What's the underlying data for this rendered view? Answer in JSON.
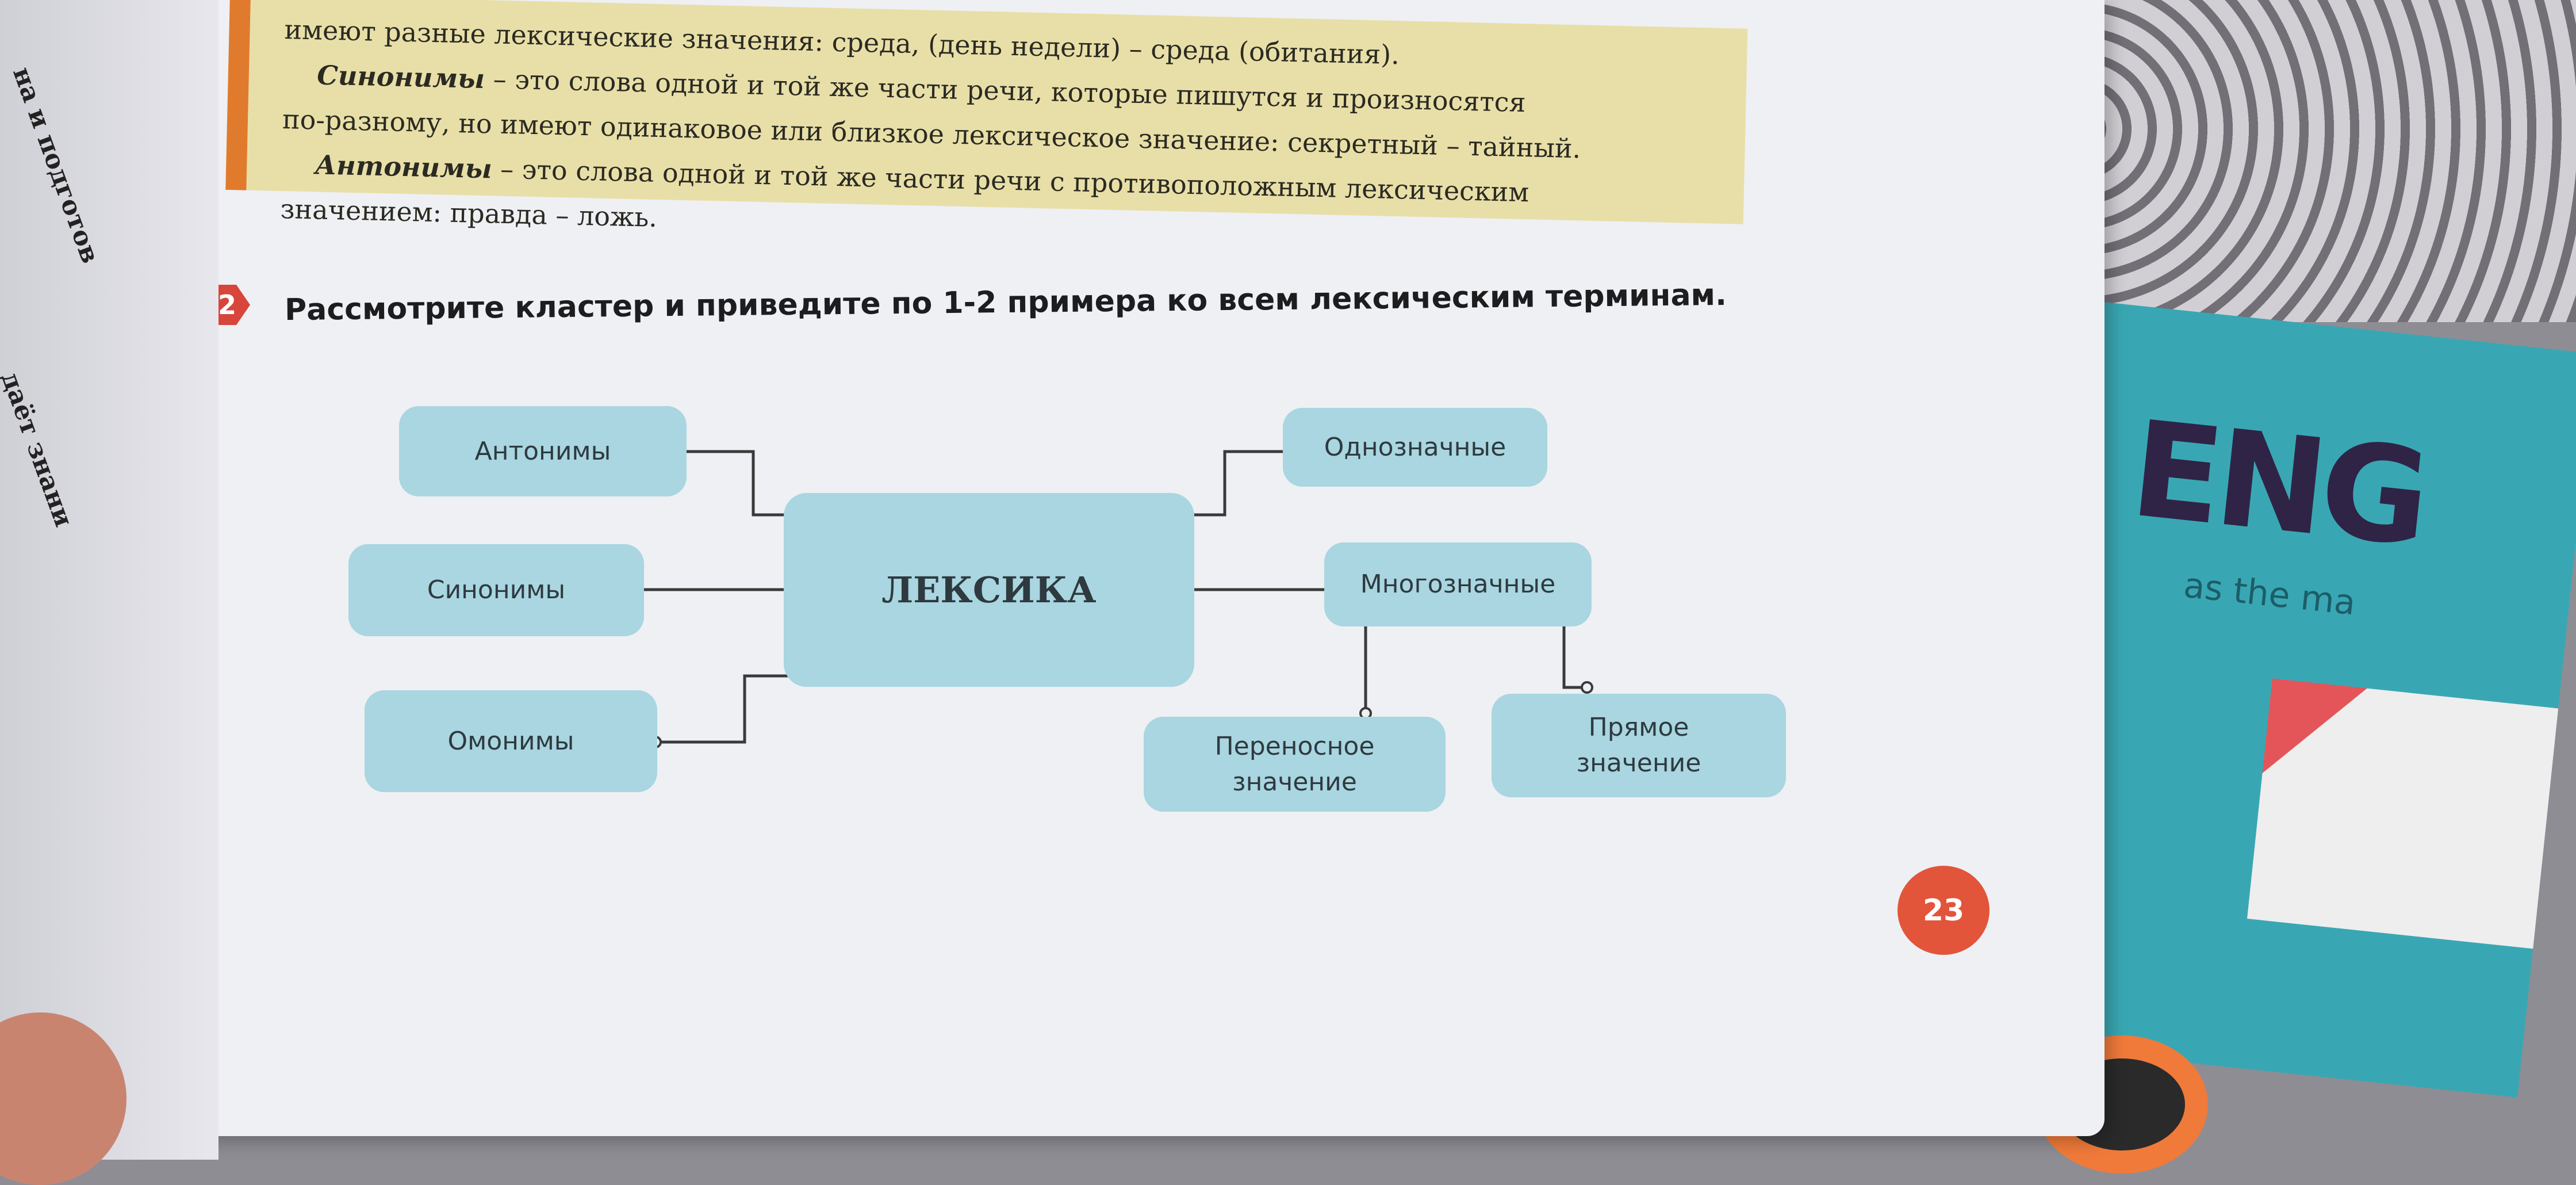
{
  "left_page": {
    "line1": "на и подготов",
    "line2": "даёт знани"
  },
  "definitions": {
    "line0": "имеют разные лексические значения: среда, (день недели) – среда (обитания).",
    "synonyms_term": "Синонимы",
    "synonyms_def1": " – это слова одной и той же части речи, которые пишутся и произносятся",
    "synonyms_def2": "по-разному, но имеют одинаковое или близкое лексическое значение: секретный – тайный.",
    "antonyms_term": "Антонимы",
    "antonyms_def1": " – это слова одной и той же части речи с противоположным лексическим",
    "antonyms_def2": "значением: правда – ложь."
  },
  "task": {
    "number": "2",
    "text": "Рассмотрите кластер и приведите по 1-2 примера ко всем лексическим терминам."
  },
  "cluster": {
    "center": "ЛЕКСИКА",
    "antonyms": "Антонимы",
    "synonyms": "Синонимы",
    "homonyms": "Омонимы",
    "monosemous": "Однозначные",
    "polysemous": "Многозначные",
    "figurative": "Переносное значение",
    "direct": "Прямое значение"
  },
  "page_number": "23",
  "book": {
    "title": "ENG",
    "subtitle": "as the ma"
  },
  "colors": {
    "node": "#a9d6e0",
    "accent": "#d8453a",
    "yellow": "#e8dfa8",
    "teal": "#39a7b3"
  }
}
